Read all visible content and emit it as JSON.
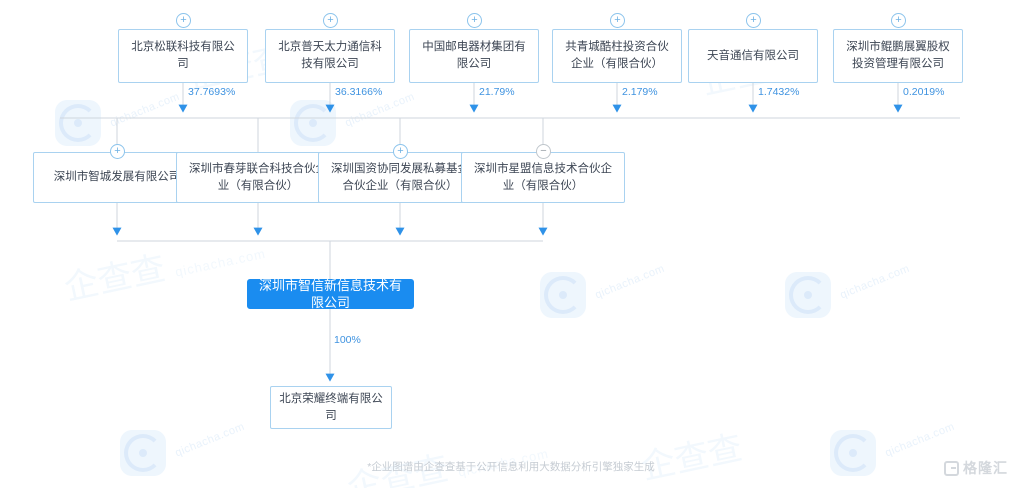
{
  "diagram": {
    "type": "ownership-structure-chart",
    "root": {
      "name": "深圳市智信新信息技术有限公司"
    },
    "shareholders": [
      {
        "name": "北京松联科技有限公司",
        "percent": "37.7693%",
        "toggle": "plus"
      },
      {
        "name": "北京普天太力通信科技有限公司",
        "percent": "36.3166%",
        "toggle": "plus"
      },
      {
        "name": "中国邮电器材集团有限公司",
        "percent": "21.79%",
        "toggle": "plus"
      },
      {
        "name": "共青城酷柱投资合伙企业（有限合伙）",
        "percent": "2.179%",
        "toggle": "plus"
      },
      {
        "name": "天音通信有限公司",
        "percent": "1.7432%",
        "toggle": "plus"
      },
      {
        "name": "深圳市鲲鹏展翼股权投资管理有限公司",
        "percent": "0.2019%",
        "toggle": "plus"
      }
    ],
    "intermediates": [
      {
        "name": "深圳市智城发展有限公司",
        "toggle": "plus"
      },
      {
        "name": "深圳市春芽联合科技合伙企业（有限合伙）",
        "toggle": "none"
      },
      {
        "name": "深圳国资协同发展私募基金合伙企业（有限合伙）",
        "toggle": "plus"
      },
      {
        "name": "深圳市星盟信息技术合伙企业（有限合伙）",
        "toggle": "minus"
      }
    ],
    "subsidiaries": [
      {
        "name": "北京荣耀终端有限公司",
        "percent": "100%"
      }
    ]
  },
  "footer": {
    "note": "*企业图谱由企查查基于公开信息利用大数据分析引擎独家生成"
  },
  "brand": {
    "name": "格隆汇"
  },
  "watermark": {
    "domain": "qichacha.com",
    "cn": "企查查",
    "cn_sub": "qichacha.com"
  },
  "colors": {
    "accent": "#1a8cf0",
    "node_border": "#a9d2f0",
    "percent_text": "#3f93e0",
    "wire": "#cfd6dd",
    "arrow": "#2f92e8"
  }
}
